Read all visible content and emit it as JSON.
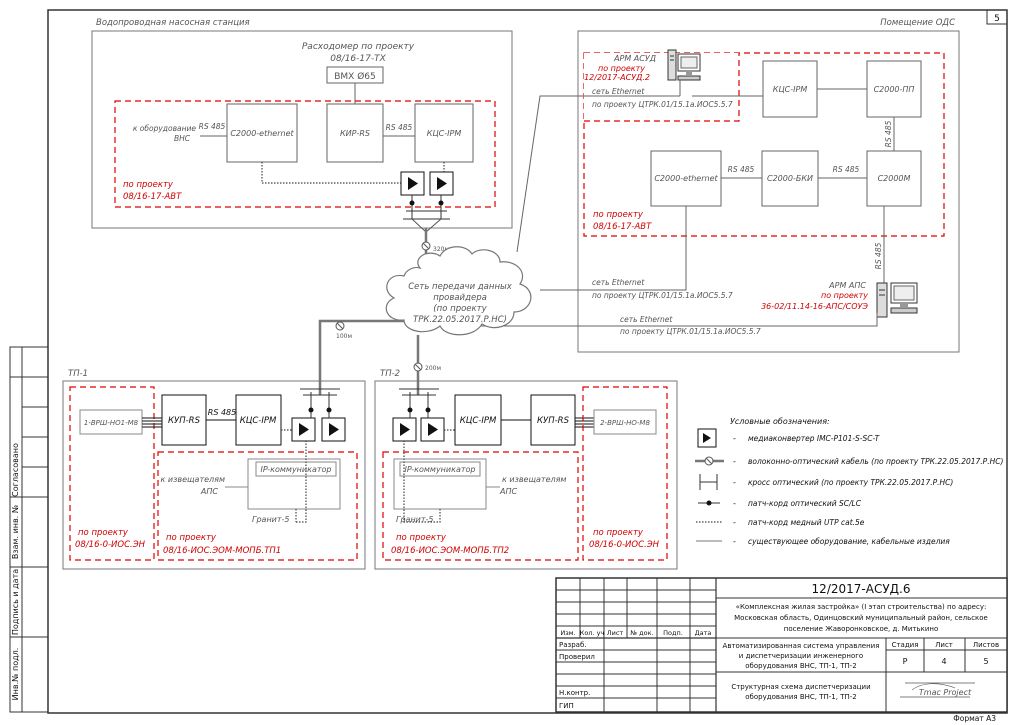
{
  "sheet_number": "5",
  "format_label": "Формат А3",
  "zones": {
    "pump_station": "Водопроводная насосная станция",
    "ods_room": "Помещение ОДС",
    "tp1": "ТП-1",
    "tp2": "ТП-2"
  },
  "flowmeter": {
    "title": "Расходомер по проекту",
    "doc": "08/16-17-ТХ",
    "model": "BMX Ø65"
  },
  "devices": {
    "c2000_eth_vns": "С2000-ethernet",
    "kir_rs": "КИР-RS",
    "kcs_ipm_vns": "КЦС-IPM",
    "kcs_ipm_ods": "КЦС-IPM",
    "c2000_pp": "С2000-ПП",
    "c2000_eth_ods": "С2000-ethernet",
    "c2000_bki": "С2000-БКИ",
    "c2000m": "С2000М",
    "kup_rs_tp1": "КУП-RS",
    "kcs_ipm_tp1": "КЦС-IPM",
    "vrsh_tp1": "1-ВРШ-НО1-М8",
    "ip_comm_tp1": "IP-коммуникатор",
    "granit_tp1": "Гранит-5",
    "kcs_ipm_tp2": "КЦС-IPM",
    "kup_rs_tp2": "КУП-RS",
    "vrsh_tp2": "2-ВРШ-НО-М8",
    "ip_comm_tp2": "IP-коммуникатор",
    "granit_tp2": "Гранит-5"
  },
  "labels": {
    "rs485": "RS 485",
    "to_vns_1": "к оборудование",
    "to_vns_2": "ВНС",
    "to_aps_1": "к извещателям",
    "to_aps_2": "АПС",
    "by_project": "по проекту",
    "avt_doc": "08/16-17-АВТ",
    "arm_asud": "АРМ АСУД",
    "arm_asud_proj": "по проекту",
    "arm_asud_doc": "12/2017-АСУД.2",
    "arm_aps": "АРМ АПС",
    "arm_aps_proj": "по проекту",
    "arm_aps_doc": "36-02/11.14-16-АПС/СОУЭ",
    "eth_net": "сеть Ethernet",
    "eth_doc": "по проекту ЦТРК.01/15.1а.ИОС5.5.7",
    "cloud_1": "Сеть передачи данных",
    "cloud_2": "провайдера",
    "cloud_3": "(по проекту",
    "cloud_4": "ТРК.22.05.2017.Р.НС)",
    "len_320": "320м",
    "len_100": "100м",
    "len_200": "200м",
    "ios_eh": "08/16-0-ИОС.ЭН",
    "ios_tp1": "08/16-ИОС.ЭОМ-МОПБ.ТП1",
    "ios_tp2": "08/16-ИОС.ЭОМ-МОПБ.ТП2"
  },
  "legend": {
    "title": "Условные обозначения:",
    "items": [
      "медиаконвертер IMC-P101-S-SC-T",
      "волоконно-оптический кабель (по проекту ТРК.22.05.2017.Р.НС)",
      "кросс оптический (по проекту ТРК.22.05.2017.Р.НС)",
      "патч-корд оптический SC/LC",
      "патч-корд медный UTP cat.5e",
      "существующее оборудование, кабельные изделия"
    ]
  },
  "side_stamp": [
    "Согласовано",
    "Взам. инв. №",
    "Подпись и дата",
    "Инв.№ подл."
  ],
  "title_block": {
    "code": "12/2017-АСУД.6",
    "object_1": "«Комплексная жилая застройка» (I этап строительства) по адресу:",
    "object_2": "Московская область, Одинцовский муниципальный район, сельское",
    "object_3": "поселение Жаворонковское, д. Митькино",
    "cols": [
      "Изм.",
      "Кол. уч",
      "Лист",
      "№ док.",
      "Подп.",
      "Дата"
    ],
    "roles": [
      "Разраб.",
      "Проверил",
      "",
      "",
      "Н.контр.",
      "ГИП"
    ],
    "system_1": "Автоматизированная система управления",
    "system_2": "и диспетчеризации инженерного",
    "system_3": "оборудования ВНС, ТП-1, ТП-2",
    "stage_h": "Стадия",
    "sheet_h": "Лист",
    "sheets_h": "Листов",
    "stage": "Р",
    "sheet": "4",
    "sheets": "5",
    "drawing_1": "Структурная схема диспетчеризации",
    "drawing_2": "оборудования ВНС, ТП-1, ТП-2",
    "logo": "Tmac Project"
  }
}
